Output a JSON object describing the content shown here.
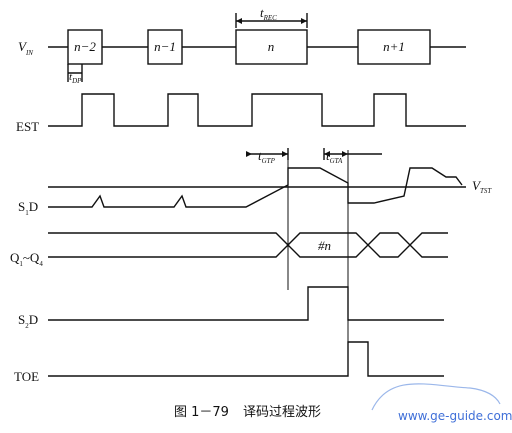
{
  "signals": {
    "vin": {
      "name": "V",
      "sub": "IN"
    },
    "est": {
      "name": "EST"
    },
    "sid": {
      "name": "S",
      "sub": "1",
      "tail": "D"
    },
    "q": {
      "name": "Q",
      "sub1": "1",
      "mid": "~Q",
      "sub2": "4"
    },
    "s2d": {
      "name": "S",
      "sub": "2",
      "tail": "D"
    },
    "toe": {
      "name": "TOE"
    }
  },
  "blocks": [
    "n−2",
    "n−1",
    "n",
    "n+1"
  ],
  "timings": {
    "trec": {
      "t": "t",
      "sub": "REC"
    },
    "tdp": {
      "t": "t",
      "sub": "DP"
    },
    "tgtp": {
      "t": "t",
      "sub": "GTP"
    },
    "tgta": {
      "t": "t",
      "sub": "GTA"
    },
    "vtst": {
      "t": "V",
      "sub": "TST"
    }
  },
  "bus_label": "#n",
  "caption": {
    "figure": "图 1－79",
    "title": "译码过程波形"
  },
  "watermark": {
    "site": "www.ge-guide.com"
  }
}
